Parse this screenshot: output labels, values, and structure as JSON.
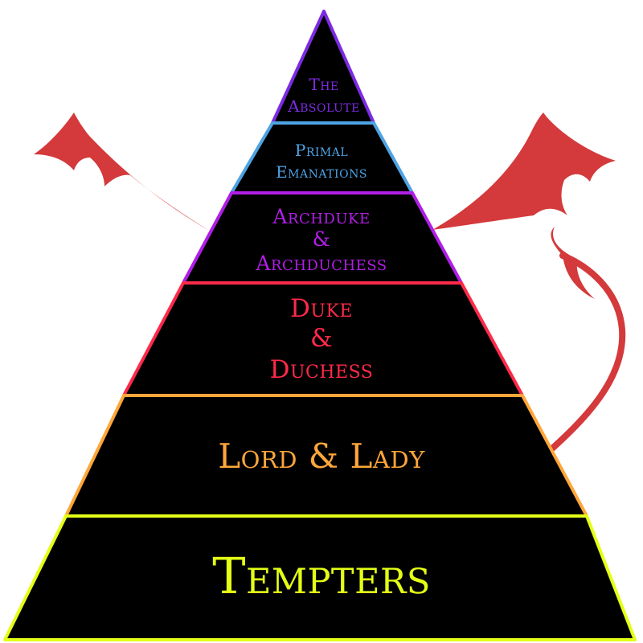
{
  "tiers": [
    {
      "lines": [
        "The",
        "Absolute"
      ],
      "color": "#7d2be3"
    },
    {
      "lines": [
        "Primal",
        "Emanations"
      ],
      "color": "#4ea3e4"
    },
    {
      "lines": [
        "Archduke",
        "&",
        "Archduchess"
      ],
      "color": "#b11ee6"
    },
    {
      "lines": [
        "Duke",
        "&",
        "Duchess"
      ],
      "color": "#ff2a4a"
    },
    {
      "lines": [
        "Lord & Lady"
      ],
      "color": "#ffa63a"
    },
    {
      "lines": [
        "Tempters"
      ],
      "color": "#e4ff16"
    }
  ],
  "colors": {
    "pyramid_fill": "#000000",
    "devil": "#d4393b"
  }
}
